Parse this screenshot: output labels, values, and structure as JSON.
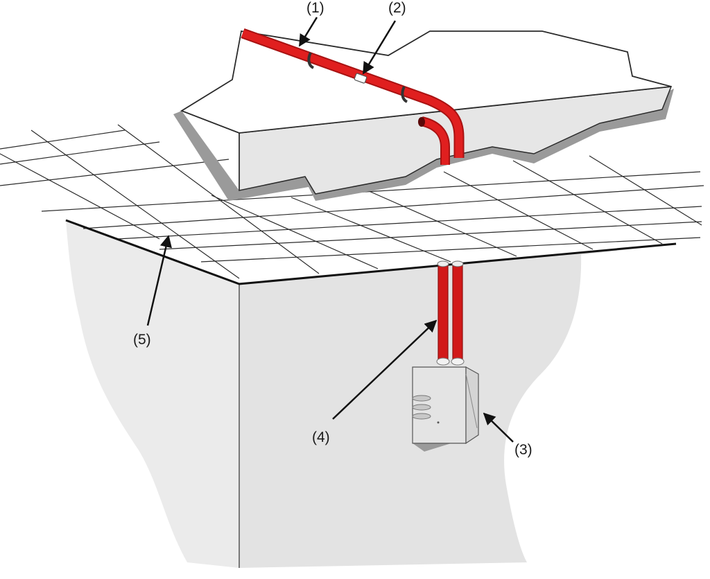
{
  "diagram": {
    "callouts": [
      {
        "id": "1",
        "text": "(1)"
      },
      {
        "id": "2",
        "text": "(2)"
      },
      {
        "id": "3",
        "text": "(3)"
      },
      {
        "id": "4",
        "text": "(4)"
      },
      {
        "id": "5",
        "text": "(5)"
      }
    ]
  },
  "colors": {
    "pipe": "#e01f1f",
    "pipe_shadow": "#a81212",
    "slab_top": "#ffffff",
    "slab_side": "#e6e6e6",
    "slab_edge": "#9a9a9a",
    "wall_front": "#e3e3e3",
    "wall_side": "#ebebeb",
    "grid_line": "#2a2a2a",
    "box": "#e4e4e4"
  }
}
